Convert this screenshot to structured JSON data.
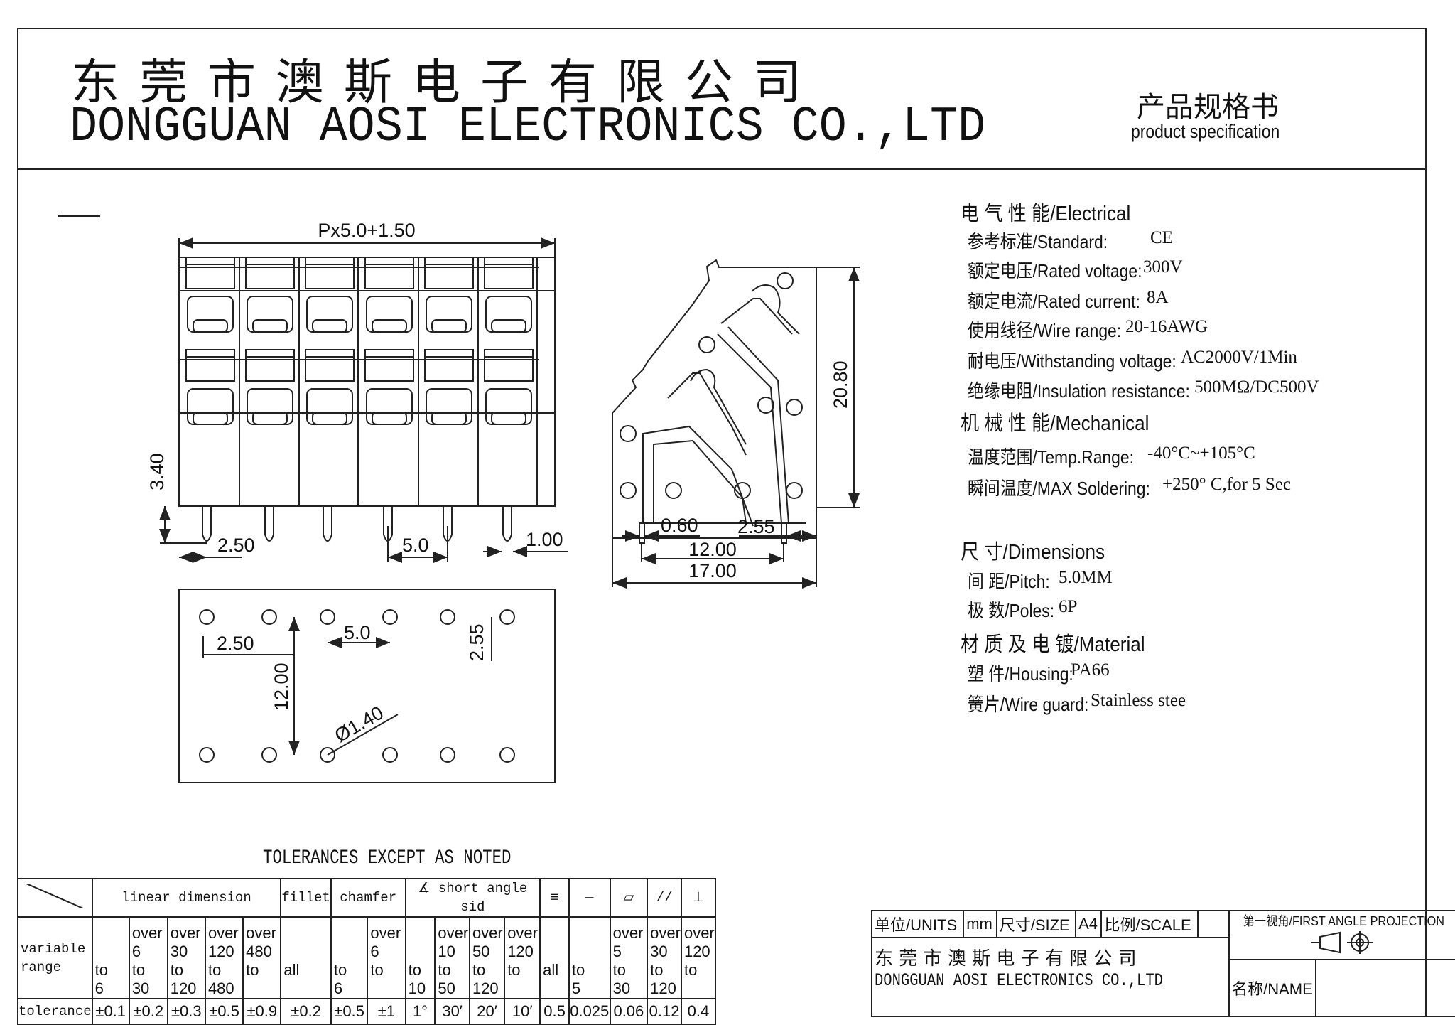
{
  "header": {
    "company_cn": "东莞市澳斯电子有限公司",
    "company_en": "DONGGUAN AOSI ELECTRONICS CO.,LTD",
    "doc_title_cn": "产品规格书",
    "doc_title_en": "product specification"
  },
  "drawing": {
    "front_view": {
      "overall_dim": "Px5.0+1.50",
      "pin_length": "3.40",
      "edge_offset": "2.50",
      "pitch": "5.0",
      "pin_width": "1.00",
      "poles": 6
    },
    "side_view": {
      "height": "20.80",
      "pin_width": "0.60",
      "pin_offset": "2.55",
      "pin_spacing": "12.00",
      "depth": "17.00"
    },
    "bottom_view": {
      "edge_offset": "2.50",
      "pitch": "5.0",
      "row_offset": "2.55",
      "row_spacing": "12.00",
      "hole_dia": "Ø1.40"
    }
  },
  "specs": {
    "electrical": {
      "heading": "电 气 性 能/Electrical",
      "items": [
        {
          "label": "参考标准/Standard:",
          "value": "CE"
        },
        {
          "label": "额定电压/Rated voltage:",
          "value": "300V"
        },
        {
          "label": "额定电流/Rated current:",
          "value": "8A"
        },
        {
          "label": "使用线径/Wire range:",
          "value": "20-16AWG"
        },
        {
          "label": "耐电压/Withstanding voltage:",
          "value": "AC2000V/1Min"
        },
        {
          "label": "绝缘电阻/Insulation resistance:",
          "value": "500MΩ/DC500V"
        }
      ]
    },
    "mechanical": {
      "heading": "机 械 性 能/Mechanical",
      "items": [
        {
          "label": "温度范围/Temp.Range:",
          "value": "-40°C~+105°C"
        },
        {
          "label": "瞬间温度/MAX Soldering:",
          "value": "+250° C,for 5 Sec"
        }
      ]
    },
    "dimensions": {
      "heading": "尺    寸/Dimensions",
      "items": [
        {
          "label": "间 距/Pitch:",
          "value": "5.0MM"
        },
        {
          "label": "极 数/Poles:",
          "value": "6P"
        }
      ]
    },
    "material": {
      "heading": "材 质 及 电 镀/Material",
      "items": [
        {
          "label": "塑 件/Housing:",
          "value": "PA66"
        },
        {
          "label": "簧片/Wire guard:",
          "value": "Stainless stee"
        }
      ]
    }
  },
  "tolerances": {
    "title": "TOLERANCES EXCEPT AS NOTED",
    "groups": [
      "linear dimension",
      "fillet",
      "chamfer",
      "∡ short angle sid",
      "≡",
      "—",
      "▱",
      "//",
      "⊥"
    ],
    "row_label_range": "variable range",
    "row_label_tol": "tolerance",
    "ranges": [
      [
        "",
        "",
        "to",
        "6"
      ],
      [
        "over",
        "6",
        "to",
        "30"
      ],
      [
        "over",
        "30",
        "to",
        "120"
      ],
      [
        "over",
        "120",
        "to",
        "480"
      ],
      [
        "over",
        "480",
        "to",
        ""
      ],
      [
        "",
        "",
        "all",
        ""
      ],
      [
        "",
        "",
        "to",
        "6"
      ],
      [
        "over",
        "6",
        "to",
        ""
      ],
      [
        "",
        "",
        "to",
        "10"
      ],
      [
        "over",
        "10",
        "to",
        "50"
      ],
      [
        "over",
        "50",
        "to",
        "120"
      ],
      [
        "over",
        "120",
        "to",
        ""
      ],
      [
        "",
        "",
        "all",
        ""
      ],
      [
        "",
        "",
        "to",
        "5"
      ],
      [
        "over",
        "5",
        "to",
        "30"
      ],
      [
        "over",
        "30",
        "to",
        "120"
      ],
      [
        "over",
        "120",
        "to",
        ""
      ]
    ],
    "values": [
      "±0.1",
      "±0.2",
      "±0.3",
      "±0.5",
      "±0.9",
      "±0.2",
      "±0.5",
      "±1",
      "1°",
      "30′",
      "20′",
      "10′",
      "0.5",
      "0.025",
      "0.06",
      "0.12",
      "0.4"
    ]
  },
  "title_block": {
    "units_label": "单位/UNITS",
    "units_value": "mm",
    "size_label": "尺寸/SIZE",
    "size_value": "A4",
    "scale_label": "比例/SCALE",
    "scale_value": "",
    "projection_label": "第一视角/FIRST ANGLE PROJECTION",
    "company_cn": "东 莞 市 澳 斯 电 子 有 限 公 司",
    "company_en": "DONGGUAN AOSI ELECTRONICS CO.,LTD",
    "name_label": "名称/NAME",
    "name_value": ""
  }
}
